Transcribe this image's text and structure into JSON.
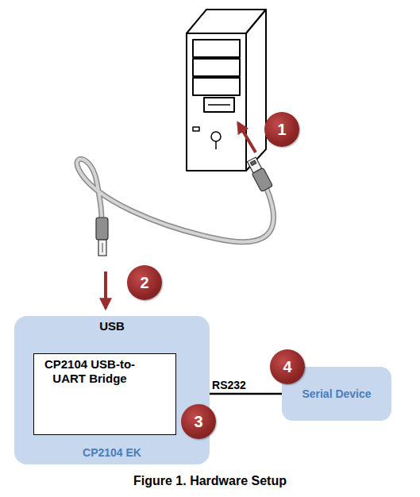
{
  "diagram": {
    "caption": "Figure 1. Hardware Setup",
    "nodes": [
      {
        "text": [
          "USB",
          "CP2104 EK"
        ]
      },
      {
        "text": [
          "CP2104 USB-to-UART Bridge"
        ],
        "in": 0
      },
      {
        "text": [
          "Serial Device"
        ]
      }
    ],
    "edges": [
      {
        "from": 1,
        "to": 2,
        "label": "RS232",
        "arrow": "none"
      }
    ],
    "labels": [
      "1",
      "2",
      "3",
      "4"
    ]
  }
}
